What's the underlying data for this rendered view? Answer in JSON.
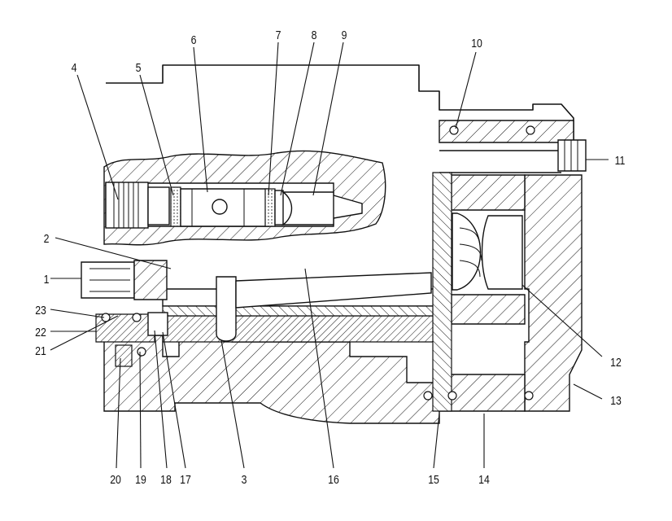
{
  "callouts": [
    {
      "label": "1"
    },
    {
      "label": "2"
    },
    {
      "label": "3"
    },
    {
      "label": "4"
    },
    {
      "label": "5"
    },
    {
      "label": "6"
    },
    {
      "label": "7"
    },
    {
      "label": "8"
    },
    {
      "label": "9"
    },
    {
      "label": "10"
    },
    {
      "label": "11"
    },
    {
      "label": "12"
    },
    {
      "label": "13"
    },
    {
      "label": "14"
    },
    {
      "label": "15"
    },
    {
      "label": "16"
    },
    {
      "label": "17"
    },
    {
      "label": "18"
    },
    {
      "label": "19"
    },
    {
      "label": "20"
    },
    {
      "label": "21"
    },
    {
      "label": "22"
    },
    {
      "label": "23"
    }
  ]
}
